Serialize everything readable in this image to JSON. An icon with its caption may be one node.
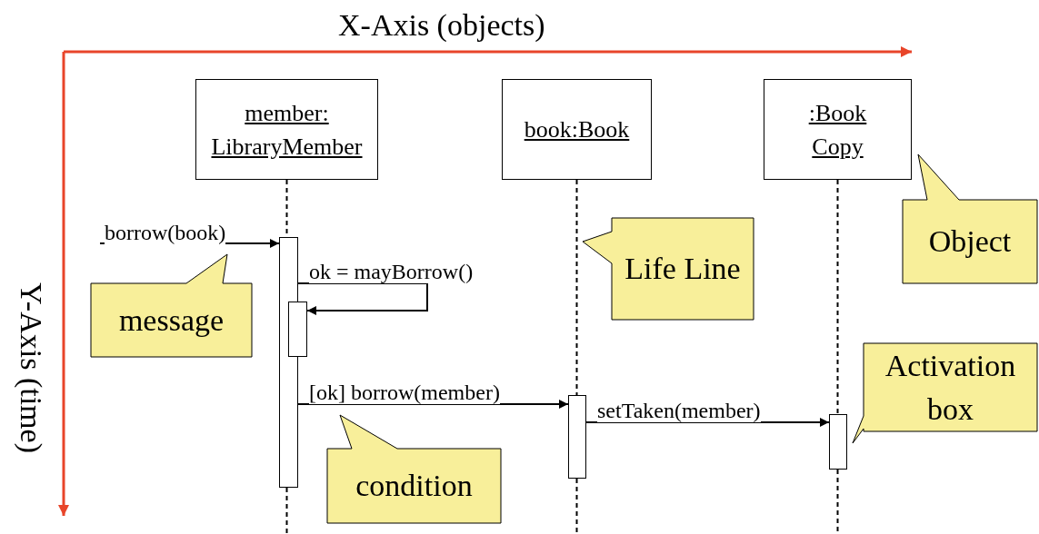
{
  "diagram": {
    "nodes": [
      {
        "text": [
          "member: LibraryMember"
        ]
      },
      {
        "text": [
          "book:Book"
        ]
      },
      {
        "text": [
          ":Book Copy"
        ]
      },
      {
        "text": [],
        "shape": "bar"
      },
      {
        "text": [],
        "shape": "bar"
      },
      {
        "text": [],
        "shape": "bar"
      },
      {
        "text": [],
        "shape": "bar"
      },
      {
        "text": [
          "message"
        ]
      },
      {
        "text": [
          "Life Line"
        ]
      },
      {
        "text": [
          "Object"
        ]
      },
      {
        "text": [
          "Activation box"
        ]
      },
      {
        "text": [
          "condition"
        ]
      }
    ],
    "edges": [
      {
        "from": null,
        "to": 3,
        "arrow": "to",
        "label": "borrow(book)"
      },
      {
        "from": 3,
        "to": 4,
        "arrow": "to",
        "label": "ok = mayBorrow()"
      },
      {
        "from": 3,
        "to": 5,
        "arrow": "to",
        "label": "[ok] borrow(member)"
      },
      {
        "from": 5,
        "to": 6,
        "arrow": "to",
        "label": "setTaken(member)"
      },
      {
        "from": 0,
        "to": 3,
        "arrow": "none",
        "style": "dashed"
      },
      {
        "from": 1,
        "to": 5,
        "arrow": "none",
        "style": "dashed"
      },
      {
        "from": 2,
        "to": 6,
        "arrow": "none",
        "style": "dashed"
      }
    ],
    "labels": [
      "X-Axis (objects)",
      "Y-Axis (time)"
    ]
  }
}
